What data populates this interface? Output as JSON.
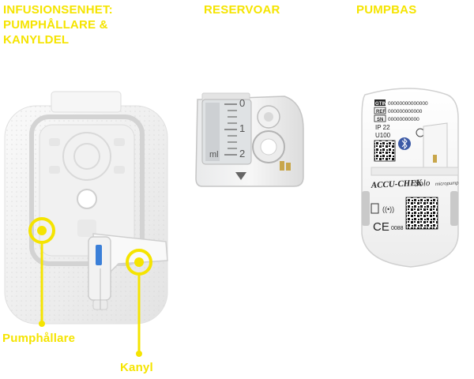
{
  "headings": {
    "infusion": [
      "INFUSIONSENHET:",
      "PUMPHÅLLARE &",
      "KANYLDEL"
    ],
    "reservoar": "RESERVOAR",
    "pumpbas": "PUMPBAS"
  },
  "callouts": {
    "pumphallare": "Pumphållare",
    "kanyl": "Kanyl"
  },
  "reservoir_scale": {
    "unit": "ml",
    "marks": [
      "0",
      "1",
      "2"
    ]
  },
  "pump_label": {
    "gtin_key": "GTIN",
    "gtin_val": "00000000000000",
    "ref_key": "REF",
    "ref_val": "000000000000",
    "sn_key": "SN",
    "sn_val": "00000000000",
    "ip": "IP 22",
    "u100": "U100",
    "brand": "ACCU-CHEK",
    "model": "Solo",
    "model_sub": "micropump",
    "ce": "CE",
    "ce_num": "0088"
  },
  "colors": {
    "accent_yellow": "#f5e400",
    "white_body": "#f4f4f4",
    "grey_edge": "#c9c9c9"
  }
}
